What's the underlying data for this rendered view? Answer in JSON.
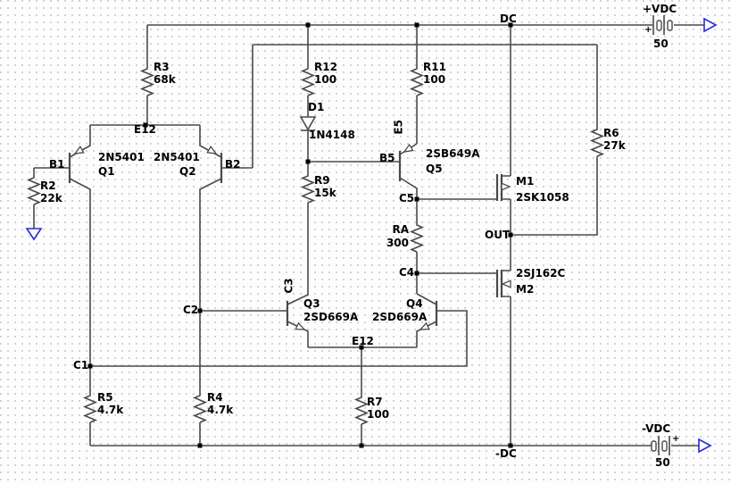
{
  "canvas": {
    "background": "#fdfdfd",
    "grid_dot_color": "#c5c5c5",
    "wire_color": "#4a4a4a",
    "text_color": "#000000",
    "accent_blue": "#2b2bd6"
  },
  "components": {
    "R3": {
      "ref": "R3",
      "value": "68k"
    },
    "R12": {
      "ref": "R12",
      "value": "100"
    },
    "R11": {
      "ref": "R11",
      "value": "100"
    },
    "R2": {
      "ref": "R2",
      "value": "22k"
    },
    "R9": {
      "ref": "R9",
      "value": "15k"
    },
    "R6": {
      "ref": "R6",
      "value": "27k"
    },
    "RA": {
      "ref": "RA",
      "value": "300"
    },
    "R5": {
      "ref": "R5",
      "value": "4.7k"
    },
    "R4": {
      "ref": "R4",
      "value": "4.7k"
    },
    "R7": {
      "ref": "R7",
      "value": "100"
    },
    "D1": {
      "ref": "D1",
      "value": "1N4148"
    },
    "Q1": {
      "ref": "Q1",
      "part": "2N5401"
    },
    "Q2": {
      "ref": "Q2",
      "part": "2N5401"
    },
    "Q3": {
      "ref": "Q3",
      "part": "2SD669A"
    },
    "Q4": {
      "ref": "Q4",
      "part": "2SD669A"
    },
    "Q5": {
      "ref": "Q5",
      "part": "2SB649A"
    },
    "M1": {
      "ref": "M1",
      "part": "2SK1058"
    },
    "M2": {
      "ref": "M2",
      "part": "2SJ162C"
    },
    "VPOS": {
      "ref": "+VDC",
      "value": "50",
      "polarity": "+"
    },
    "VNEG": {
      "ref": "-VDC",
      "value": "50",
      "polarity": "+"
    }
  },
  "nodes": {
    "B1": "B1",
    "B2": "B2",
    "B5": "B5",
    "E12_top": "E12",
    "E12_bottom": "E12",
    "C1": "C1",
    "C2": "C2",
    "C3": "C3",
    "C4": "C4",
    "C5": "C5",
    "E5": "E5",
    "DC": "DC",
    "NEG_DC": "-DC",
    "OUT": "OUT"
  }
}
